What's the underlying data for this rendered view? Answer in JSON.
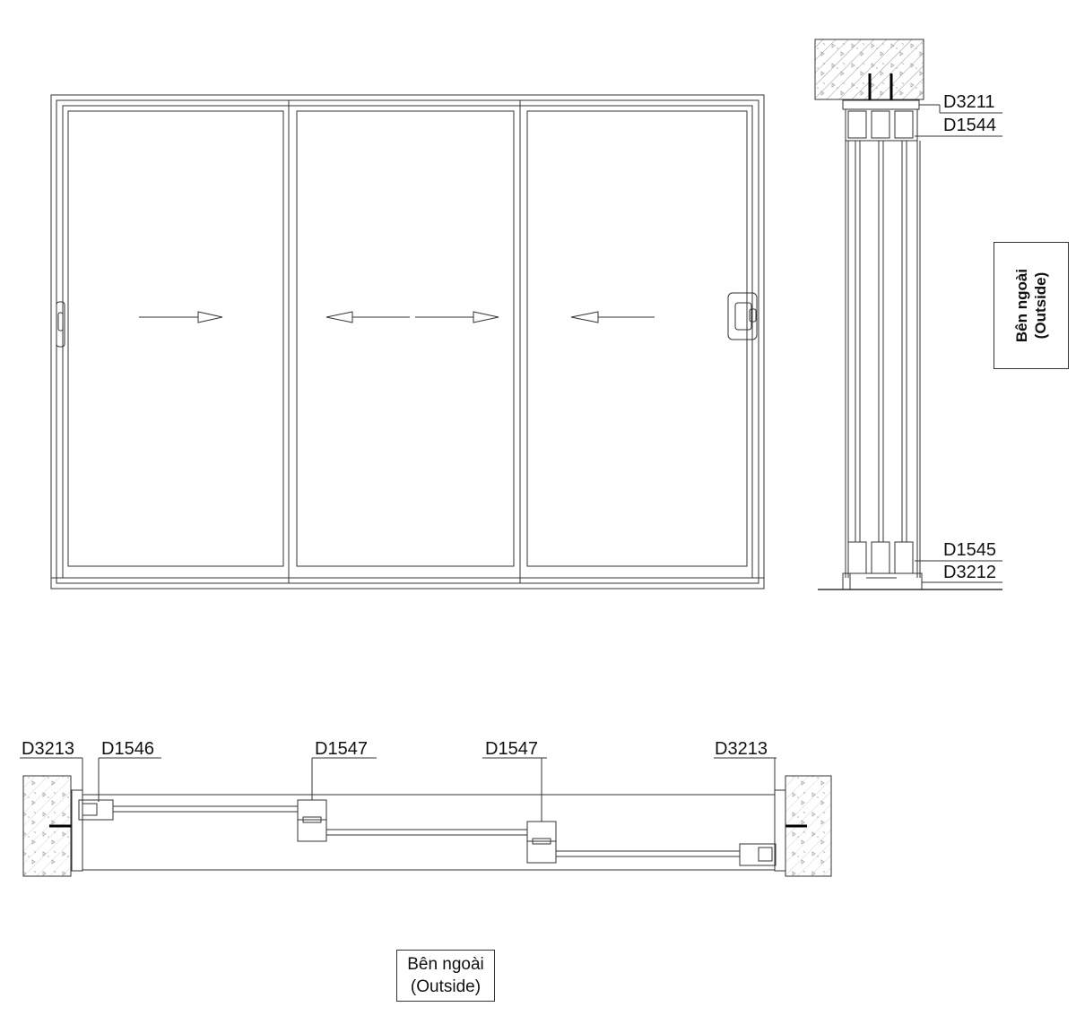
{
  "elevation": {
    "panel_count": 3,
    "arrows": [
      "right",
      "left",
      "right",
      "left"
    ]
  },
  "section_vertical": {
    "labels": {
      "head_frame": "D3211",
      "top_rail": "D1544",
      "bottom_rail": "D1545",
      "sill_frame": "D3212"
    }
  },
  "section_horizontal": {
    "labels": {
      "jamb_left": "D3213",
      "stile_left": "D1546",
      "interlock_1": "D1547",
      "interlock_2": "D1547",
      "jamb_right": "D3213"
    }
  },
  "notes": {
    "outside_line1": "Bên ngoài",
    "outside_line2": "(Outside)"
  },
  "colors": {
    "line": "#333333",
    "hatch": "#888888"
  }
}
